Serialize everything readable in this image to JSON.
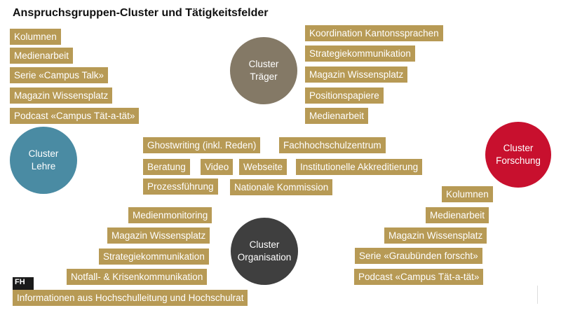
{
  "title": "Anspruchsgruppen-Cluster und Tätigkeitsfelder",
  "colors": {
    "tag": "#b79a55",
    "lehre": "#4a8ba3",
    "traeger": "#847966",
    "forschung": "#c8102e",
    "organisation": "#3f3f3f"
  },
  "clusters": {
    "lehre": {
      "line1": "Cluster",
      "line2": "Lehre"
    },
    "traeger": {
      "line1": "Cluster",
      "line2": "Träger"
    },
    "forschung": {
      "line1": "Cluster",
      "line2": "Forschung"
    },
    "organisation": {
      "line1": "Cluster",
      "line2": "Organisation"
    }
  },
  "lehre_tags": [
    "Kolumnen",
    "Medienarbeit",
    "Serie «Campus Talk»",
    "Magazin Wissensplatz",
    "Podcast «Campus Tät-a-tät»"
  ],
  "traeger_tags": [
    "Koordination Kantonssprachen",
    "Strategiekommunikation",
    "Magazin Wissensplatz",
    "Positionspapiere",
    "Medienarbeit"
  ],
  "center_tags": [
    "Ghostwriting (inkl. Reden)",
    "Fachhochschulzentrum",
    "Beratung",
    "Video",
    "Webseite",
    "Institutionelle Akkreditierung",
    "Prozessführung",
    "Nationale Kommission"
  ],
  "forschung_tags": [
    "Kolumnen",
    "Medienarbeit",
    "Magazin Wissensplatz",
    "Serie «Graubünden forscht»",
    "Podcast «Campus Tät-a-tät»"
  ],
  "organisation_tags": [
    "Medienmonitoring",
    "Magazin Wissensplatz",
    "Strategiekommunikation",
    "Notfall- & Krisenkommunikation",
    "Informationen aus Hochschulleitung und Hochschulrat"
  ],
  "logo_text": "FH"
}
